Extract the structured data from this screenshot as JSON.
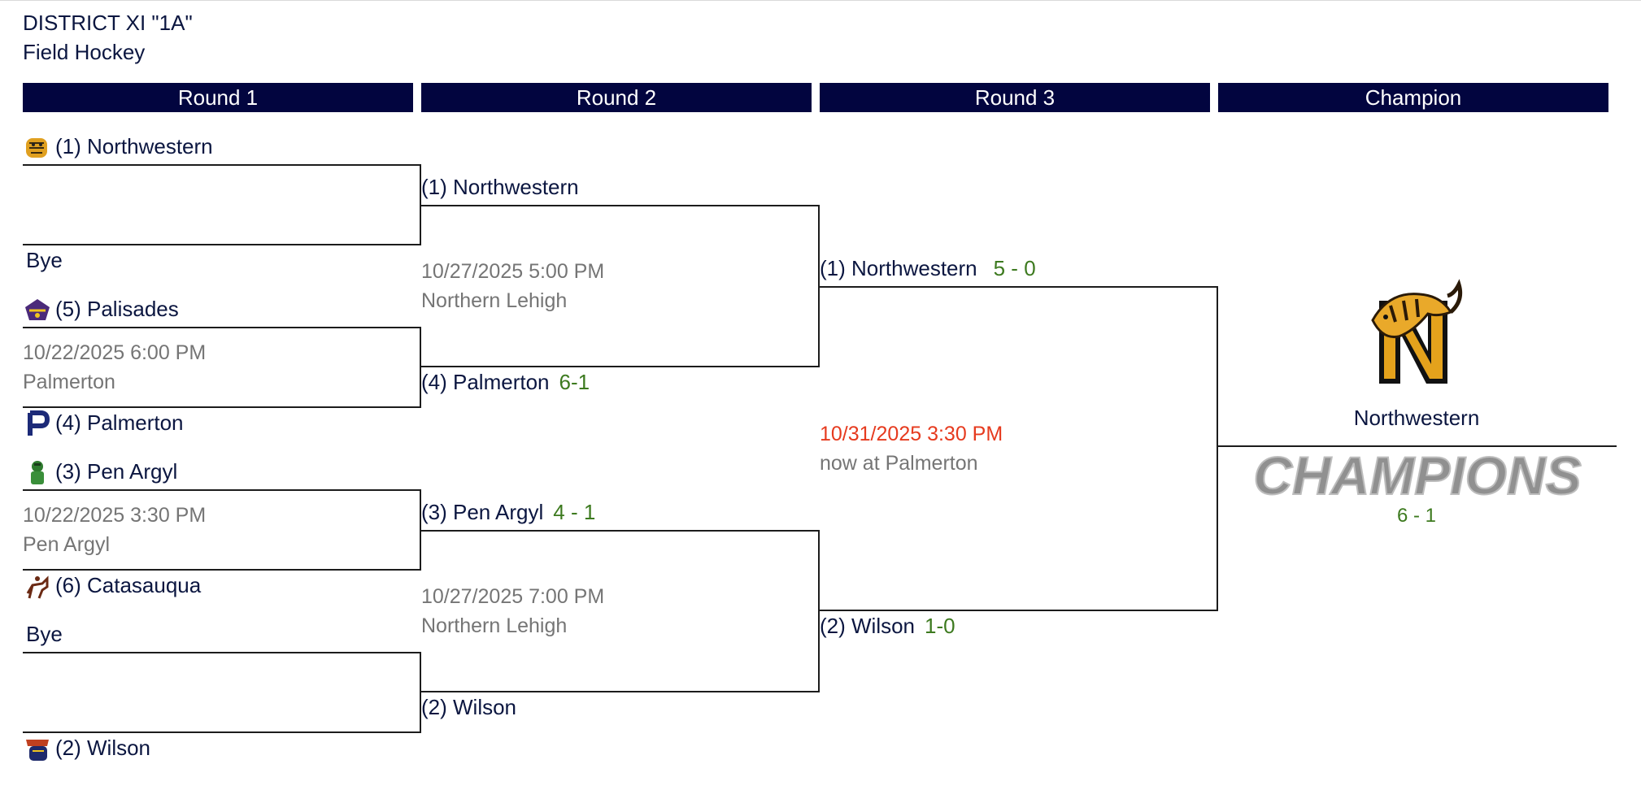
{
  "header": {
    "line1": "DISTRICT XI \"1A\"",
    "line2": "Field Hockey"
  },
  "rounds": [
    "Round 1",
    "Round 2",
    "Round 3",
    "Champion"
  ],
  "round1": {
    "g1": {
      "top": "(1) Northwestern",
      "bottom": "Bye"
    },
    "g2": {
      "top": "(5) Palisades",
      "date": "10/22/2025 6:00 PM",
      "venue": "Palmerton",
      "bottom": "(4) Palmerton"
    },
    "g3": {
      "top": "(3) Pen Argyl",
      "date": "10/22/2025 3:30 PM",
      "venue": "Pen Argyl",
      "bottom": "(6) Catasauqua"
    },
    "g4": {
      "top": "Bye",
      "bottom": "(2) Wilson"
    }
  },
  "round2": {
    "g1": {
      "top": "(1) Northwestern",
      "date": "10/27/2025 5:00 PM",
      "venue": "Northern Lehigh",
      "bottom": "(4) Palmerton",
      "bottom_score": "6-1"
    },
    "g2": {
      "top": "(3) Pen Argyl",
      "top_score": "4 - 1",
      "date": "10/27/2025 7:00 PM",
      "venue": "Northern Lehigh",
      "bottom": "(2) Wilson"
    }
  },
  "round3": {
    "top": "(1) Northwestern",
    "top_score": "5 - 0",
    "date": "10/31/2025 3:30 PM",
    "venue": "now at Palmerton",
    "bottom": "(2) Wilson",
    "bottom_score": "1-0"
  },
  "champion": {
    "name": "Northwestern",
    "banner": "CHAMPIONS",
    "score": "6 - 1"
  },
  "colors": {
    "header_bg": "#02053f",
    "score": "#3d7a1f",
    "date_alert": "#e63a1e",
    "info": "#757575"
  },
  "icons": {
    "northwestern": "tiger-logo-icon",
    "palisades": "pirate-logo-icon",
    "palmerton": "letter-p-logo-icon",
    "pen_argyl": "green-knight-logo-icon",
    "catasauqua": "bronco-rider-logo-icon",
    "wilson": "warrior-logo-icon",
    "champion": "tiger-n-logo-icon"
  }
}
